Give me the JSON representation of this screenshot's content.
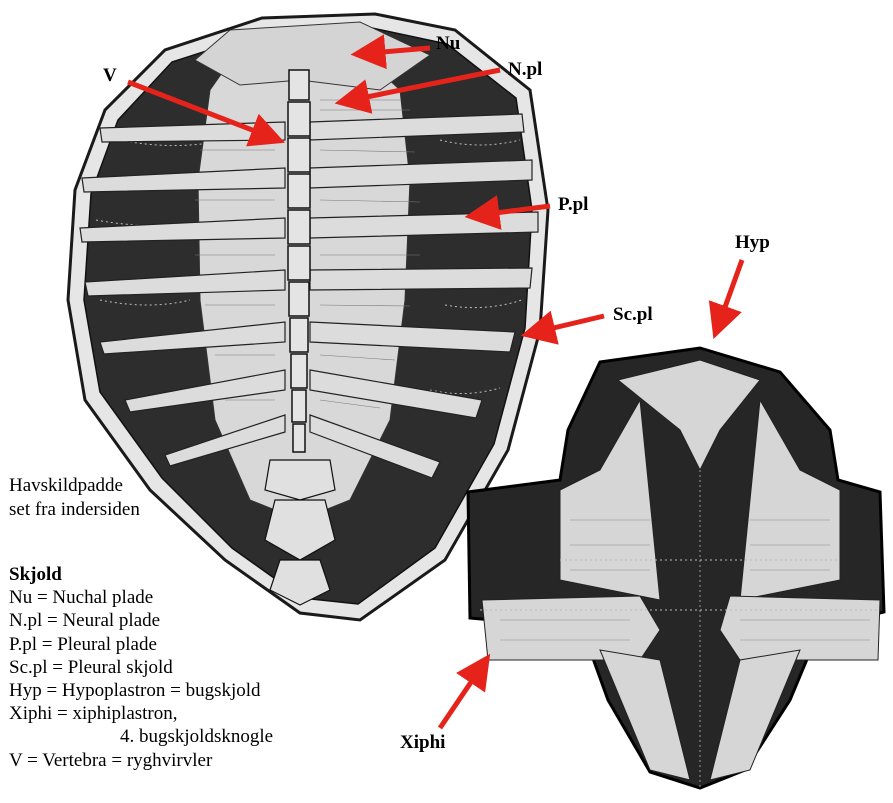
{
  "labels": {
    "nu": "Nu",
    "npl": "N.pl",
    "v": "V",
    "ppl": "P.pl",
    "hyp": "Hyp",
    "scpl": "Sc.pl",
    "xiphi": "Xiphi"
  },
  "caption": [
    "Havskildpadde",
    "set fra indersiden"
  ],
  "legend": {
    "title": "Skjold",
    "items": [
      "Nu = Nuchal plade",
      "N.pl = Neural plade",
      "P.pl = Pleural plade",
      "Sc.pl = Pleural skjold",
      "Hyp = Hypoplastron = bugskjold",
      "Xiphi = xiphiplastron,",
      "4. bugskjoldsknogle",
      "V = Vertebra = ryghvirvler"
    ]
  },
  "colors": {
    "arrow": "#e5231b",
    "dark": "#2b2b2b",
    "bone": "#d9d9d9",
    "rim": "#e8e8e8"
  }
}
